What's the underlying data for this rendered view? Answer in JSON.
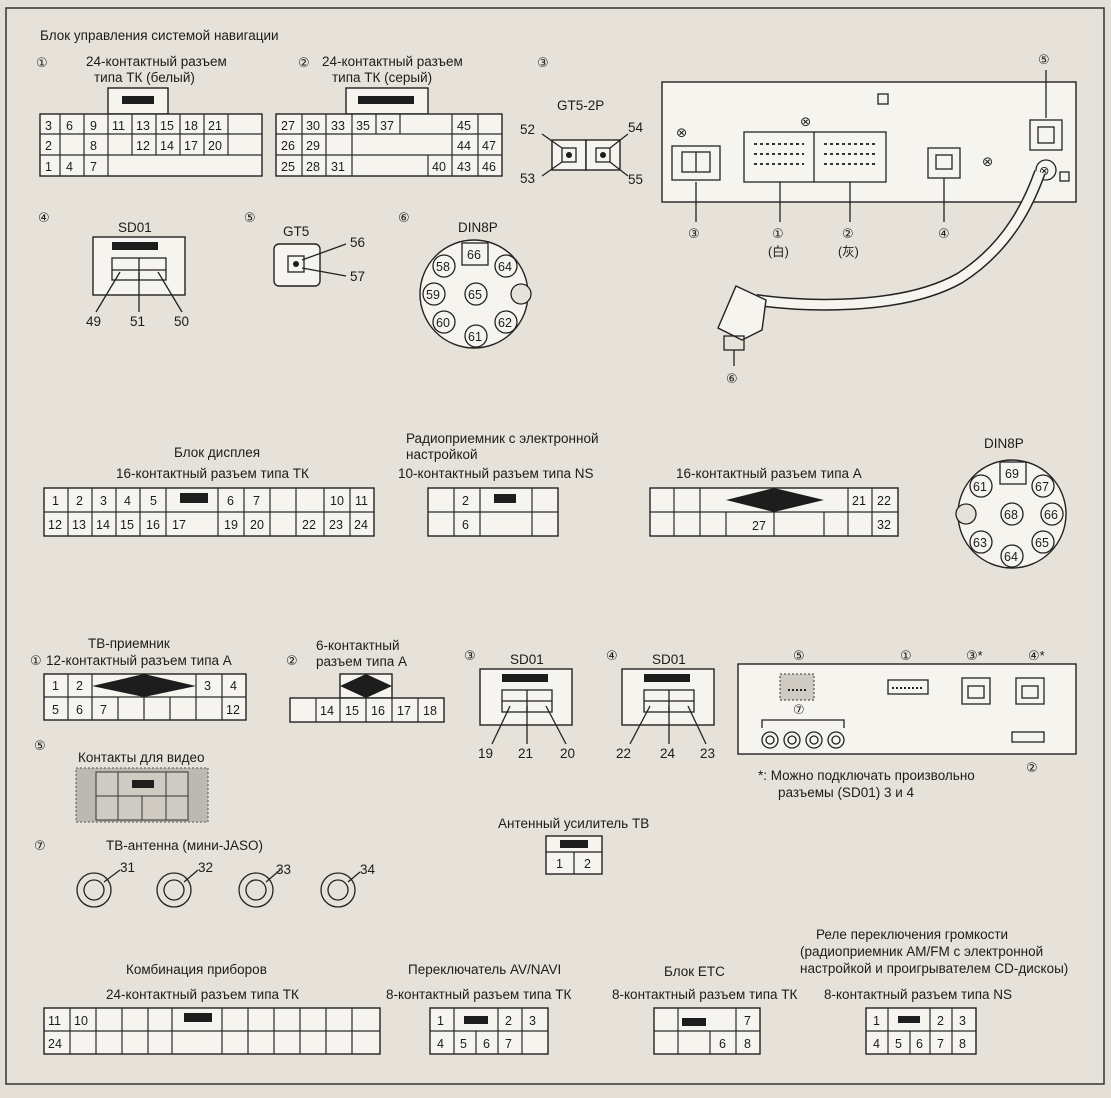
{
  "nav_unit": {
    "title": "Блок управления системой навигации",
    "c1": {
      "num": "①",
      "title_l1": "24-контактный разъем",
      "title_l2": "типа ТК (белый)",
      "row1": [
        "3",
        "6",
        "9",
        "11",
        "13",
        "15",
        "18",
        "21",
        ""
      ],
      "row2": [
        "2",
        "",
        "8",
        "",
        "12",
        "14",
        "17",
        "20",
        ""
      ],
      "row3": [
        "1",
        "4",
        "7",
        "",
        "",
        "",
        "",
        "",
        ""
      ]
    },
    "c2": {
      "num": "②",
      "title_l1": "24-контактный разъем",
      "title_l2": "типа ТК (серый)",
      "row1": [
        "27",
        "30",
        "33",
        "35",
        "37",
        "",
        "",
        "45",
        ""
      ],
      "row2": [
        "26",
        "29",
        "",
        "",
        "",
        "",
        "",
        "44",
        "47"
      ],
      "row3": [
        "25",
        "28",
        "31",
        "",
        "",
        "",
        "40",
        "43",
        "46"
      ]
    },
    "c3": {
      "num": "③",
      "name": "GT5-2P",
      "pins": [
        "52",
        "54",
        "53",
        "55"
      ]
    },
    "c4": {
      "num": "④",
      "name": "SD01",
      "pins": [
        "49",
        "51",
        "50"
      ]
    },
    "c5": {
      "num": "⑤",
      "name": "GT5",
      "pins": [
        "56",
        "57"
      ]
    },
    "c6": {
      "num": "⑥",
      "name": "DIN8P",
      "pins": [
        "66",
        "64",
        "58",
        "59",
        "65",
        "60",
        "62",
        "61"
      ]
    },
    "unit": {
      "top_num": "⑤",
      "labels": [
        "③",
        "①",
        "(白)",
        "②",
        "(灰)",
        "④",
        "⑥"
      ],
      "marker": "⊗"
    }
  },
  "display": {
    "title": "Блок дисплея",
    "c16tk": {
      "title": "16-контактный разъем типа ТК",
      "row1": [
        "1",
        "2",
        "3",
        "4",
        "5",
        "",
        "",
        "6",
        "7",
        "",
        "",
        "10",
        "11"
      ],
      "row2": [
        "12",
        "13",
        "14",
        "15",
        "16",
        "17",
        "",
        "19",
        "20",
        "",
        "22",
        "23",
        "24"
      ]
    }
  },
  "radio": {
    "title_l1": "Радиоприемник с электронной",
    "title_l2": "настройкой",
    "ns10": {
      "title": "10-контактный разъем типа NS",
      "row1": [
        "",
        "2",
        "",
        ""
      ],
      "row2": [
        "",
        "6",
        "",
        ""
      ]
    },
    "a16": {
      "title": "16-контактный разъем типа А",
      "r1_left": "21",
      "r1_right": "22",
      "r2_mid": "27",
      "r2_right": "32"
    },
    "din8p": {
      "name": "DIN8P",
      "pins": [
        "69",
        "67",
        "61",
        "66",
        "68",
        "63",
        "65",
        "64"
      ]
    }
  },
  "tv": {
    "c1": {
      "num": "①",
      "title_l1": "ТВ-приемник",
      "title_l2": "12-контактный разъем типа А",
      "r1": [
        "1",
        "2",
        "3",
        "4"
      ],
      "r2": [
        "5",
        "6",
        "7",
        "",
        "",
        "",
        "12"
      ]
    },
    "c2": {
      "num": "②",
      "title_l1": "6-контактный",
      "title_l2": "разъем типа А",
      "r2": [
        "",
        "14",
        "15",
        "16",
        "17",
        "18"
      ]
    },
    "c3": {
      "num": "③",
      "name": "SD01",
      "pins": [
        "19",
        "21",
        "20"
      ]
    },
    "c4": {
      "num": "④",
      "name": "SD01",
      "pins": [
        "22",
        "24",
        "23"
      ]
    },
    "c5": {
      "num": "⑤",
      "title": "Контакты для видео"
    },
    "c7": {
      "num": "⑦",
      "title": "ТВ-антенна (мини-JASO)",
      "pins": [
        "31",
        "32",
        "33",
        "34"
      ]
    },
    "unit": {
      "labels": [
        "⑤",
        "①",
        "③*",
        "④*",
        "⑦",
        "②"
      ]
    },
    "note_l1": "*: Можно подключать произвольно",
    "note_l2": "разъемы (SD01) 3 и 4"
  },
  "amp": {
    "title": "Антенный усилитель ТВ",
    "pins": [
      "1",
      "2"
    ]
  },
  "cluster": {
    "title": "Комбинация приборов",
    "c24": {
      "title": "24-контактный разъем типа ТК",
      "row1": [
        "11",
        "10",
        "",
        "",
        "",
        "",
        "",
        "",
        "",
        "",
        "",
        "",
        "",
        ""
      ],
      "row2": [
        "24",
        "",
        "",
        "",
        "",
        "",
        "",
        "",
        "",
        "",
        "",
        "",
        "",
        ""
      ]
    }
  },
  "avnavi": {
    "title": "Переключатель AV/NAVI",
    "c8": {
      "title": "8-контактный разъем типа ТК",
      "r1": [
        "1",
        "",
        "2",
        "3"
      ],
      "r2": [
        "4",
        "5",
        "6",
        "7"
      ]
    }
  },
  "etc": {
    "title": "Блок ETC",
    "c8": {
      "title": "8-контактный разъем типа ТК",
      "r1": [
        "",
        "",
        "",
        "7"
      ],
      "r2": [
        "",
        "",
        "6",
        "8"
      ]
    }
  },
  "relay": {
    "title_l1": "Реле переключения громкости",
    "title_l2": "(радиоприемник AM/FM с электронной",
    "title_l3": "настройкой и проигрывателем CD-дискоы)",
    "c8": {
      "title": "8-контактный разъем типа NS",
      "r1": [
        "1",
        "",
        "2",
        "3"
      ],
      "r2": [
        "4",
        "5",
        "6",
        "7",
        "8"
      ]
    }
  }
}
